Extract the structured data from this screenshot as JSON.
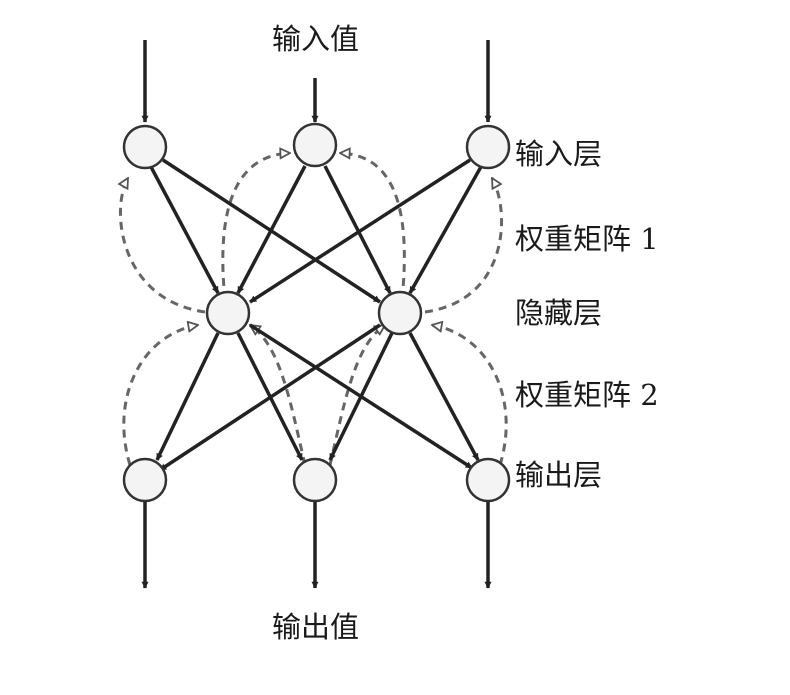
{
  "labels": {
    "input_value": "输入值",
    "output_value": "输出值",
    "input_layer": "输入层",
    "weight_matrix_1": "权重矩阵 1",
    "hidden_layer": "隐藏层",
    "weight_matrix_2": "权重矩阵 2",
    "output_layer": "输出层"
  },
  "network": {
    "layers": [
      {
        "nodes": 3
      },
      {
        "nodes": 2
      },
      {
        "nodes": 3
      }
    ],
    "connections": "fully-connected",
    "feedback": "dashed"
  },
  "colors": {
    "stroke": "#222222",
    "dashed": "#666666",
    "node_fill": "#f4f4f4"
  }
}
